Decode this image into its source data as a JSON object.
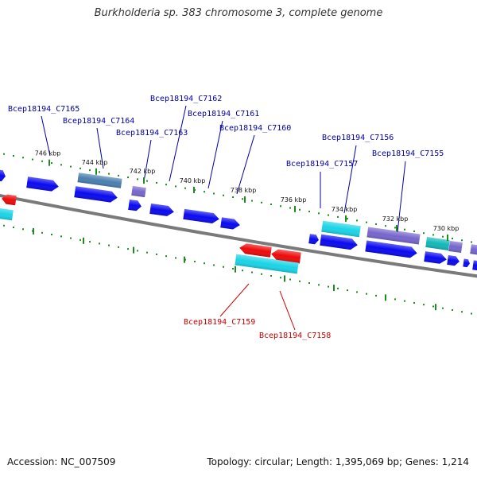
{
  "title": "Burkholderia sp. 383 chromosome 3, complete genome",
  "footer": {
    "accession": "Accession: NC_007509",
    "summary": "Topology: circular; Length: 1,395,069 bp; Genes: 1,214"
  },
  "colors": {
    "backbone": "#7a7a7a",
    "tick": "#1f8a1f",
    "forward_label": "#0000aa",
    "reverse_label": "#cc0000",
    "blue": "#0a0af0",
    "cyan": "#1ad4e6",
    "red": "#ee0a0a",
    "steel": "#4a7fb0",
    "purple": "#7766cc",
    "teal": "#11b8b8"
  },
  "ticks": [
    {
      "label": "746 kbp"
    },
    {
      "label": "744 kbp"
    },
    {
      "label": "742 kbp"
    },
    {
      "label": "740 kbp"
    },
    {
      "label": "738 kbp"
    },
    {
      "label": "736 kbp"
    },
    {
      "label": "734 kbp"
    },
    {
      "label": "732 kbp"
    },
    {
      "label": "730 kbp"
    }
  ],
  "labels": [
    {
      "text": "Bcep18194_C7165",
      "strand": "forward"
    },
    {
      "text": "Bcep18194_C7164",
      "strand": "forward"
    },
    {
      "text": "Bcep18194_C7163",
      "strand": "forward"
    },
    {
      "text": "Bcep18194_C7162",
      "strand": "forward"
    },
    {
      "text": "Bcep18194_C7161",
      "strand": "forward"
    },
    {
      "text": "Bcep18194_C7160",
      "strand": "forward"
    },
    {
      "text": "Bcep18194_C7157",
      "strand": "forward"
    },
    {
      "text": "Bcep18194_C7156",
      "strand": "forward"
    },
    {
      "text": "Bcep18194_C7155",
      "strand": "forward"
    },
    {
      "text": "Bcep18194_C7159",
      "strand": "reverse"
    },
    {
      "text": "Bcep18194_C7158",
      "strand": "reverse"
    }
  ]
}
